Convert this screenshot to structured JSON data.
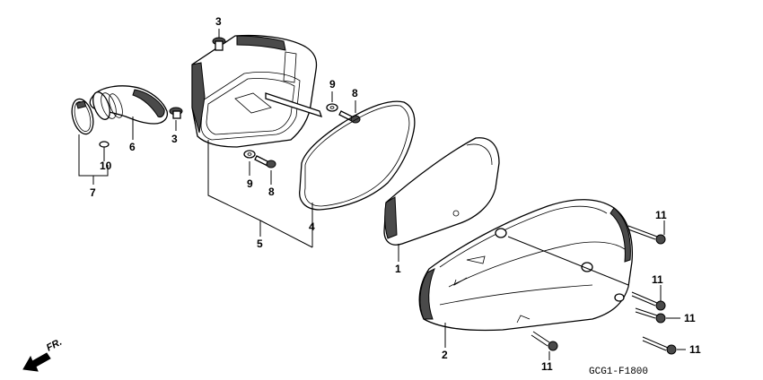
{
  "labels": {
    "l1": "1",
    "l2": "2",
    "l3a": "3",
    "l3b": "3",
    "l4": "4",
    "l5": "5",
    "l6": "6",
    "l7": "7",
    "l8a": "8",
    "l8b": "8",
    "l9a": "9",
    "l9b": "9",
    "l10": "10",
    "l11a": "11",
    "l11b": "11",
    "l11c": "11",
    "l11d": "11",
    "l11e": "11"
  },
  "diagram_code": "GCG1-F1800",
  "direction_label": "FR."
}
